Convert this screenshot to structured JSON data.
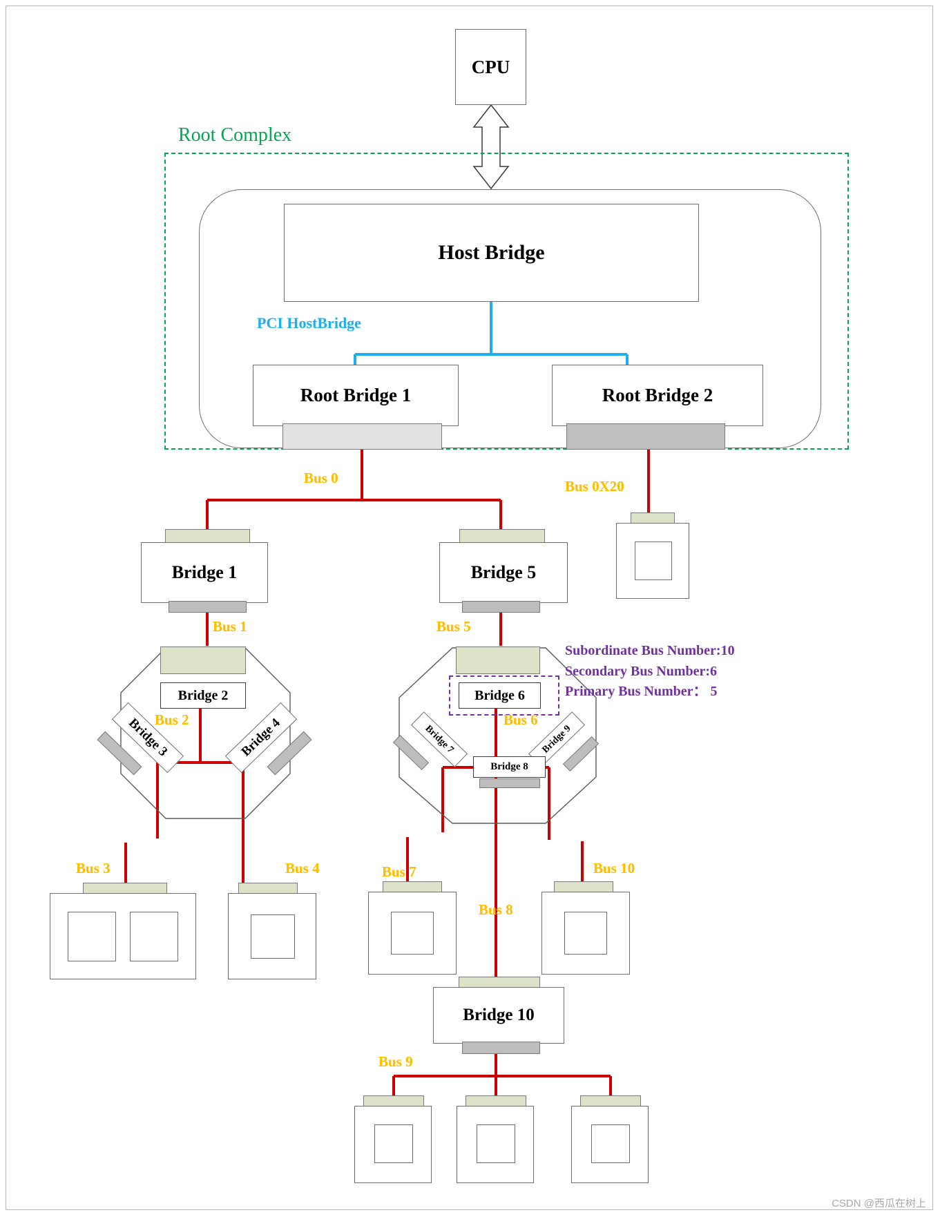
{
  "diagram": {
    "title": "PCI/PCIe Bus Topology",
    "root_complex_label": "Root Complex",
    "pci_hostbridge_label": "PCI HostBridge",
    "colors": {
      "root_complex": "#00a84f",
      "pci_hostbridge": "#1ab0f0",
      "bus_label": "#ffbf00",
      "bus_line": "#cc0000",
      "annotation": "#7030a0",
      "upstream_port": "#dde3c8",
      "downstream_port": "#bdbdbd"
    }
  },
  "nodes": {
    "cpu": "CPU",
    "host_bridge": "Host Bridge",
    "root_bridge_1": "Root Bridge 1",
    "root_bridge_2": "Root Bridge 2",
    "bridge_1": "Bridge 1",
    "bridge_2": "Bridge 2",
    "bridge_3": "Bridge 3",
    "bridge_4": "Bridge 4",
    "bridge_5": "Bridge 5",
    "bridge_6": "Bridge 6",
    "bridge_7": "Bridge 7",
    "bridge_8": "Bridge 8",
    "bridge_9": "Bridge 9",
    "bridge_10": "Bridge 10"
  },
  "buses": {
    "bus_0": "Bus 0",
    "bus_0x20": "Bus 0X20",
    "bus_1": "Bus 1",
    "bus_2": "Bus 2",
    "bus_3": "Bus 3",
    "bus_4": "Bus 4",
    "bus_5": "Bus 5",
    "bus_6": "Bus 6",
    "bus_7": "Bus 7",
    "bus_8": "Bus 8",
    "bus_9": "Bus 9",
    "bus_10": "Bus 10"
  },
  "annotation": {
    "line1": "Subordinate Bus Number:10",
    "line2": "Secondary Bus Number:6",
    "line3": "Primary Bus Number： 5"
  },
  "watermark": "CSDN @西瓜在树上"
}
